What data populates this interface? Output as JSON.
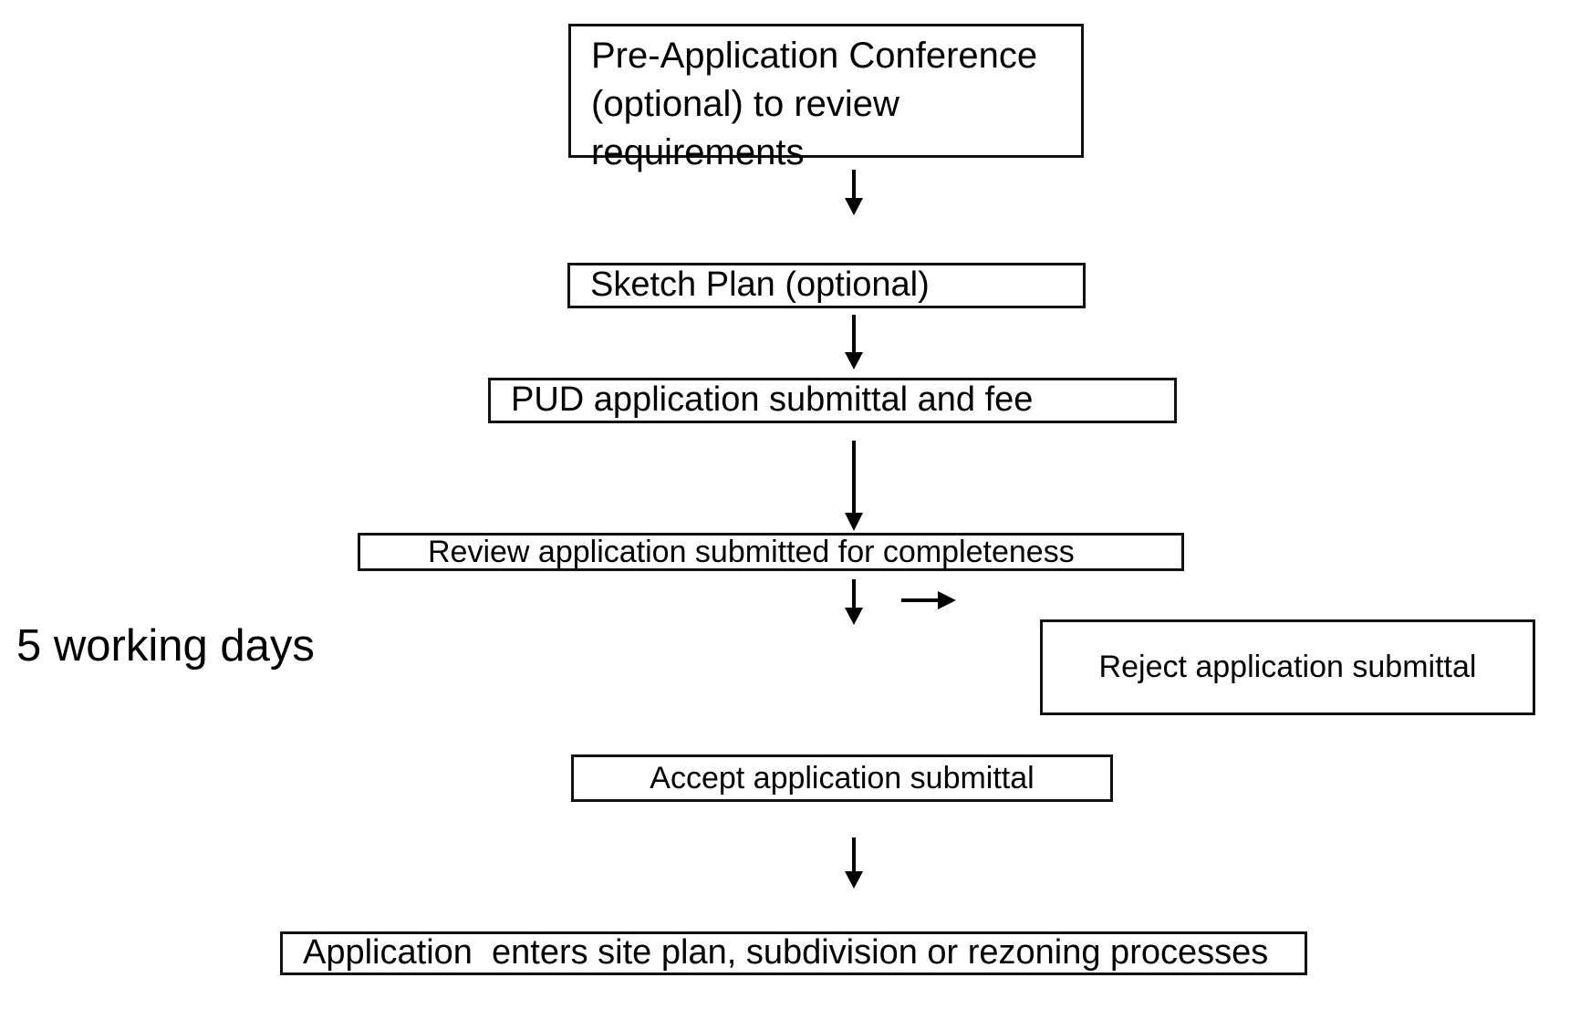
{
  "diagram": {
    "title": "PUD Application Review Process Flowchart",
    "background_color": "#ffffff",
    "line_color": "#000000",
    "nodes": {
      "preapp": "Pre-Application Conference\n(optional) to review\nrequirements",
      "sketch": "Sketch Plan (optional)",
      "pud": "PUD application submittal and fee",
      "review": "Review application submitted for completeness",
      "reject": "Reject application submittal",
      "accept": "Accept application submittal",
      "final": "Application  enters site plan, subdivision or rezoning processes"
    },
    "annotations": {
      "working_days": "5 working days"
    },
    "connectors": [
      {
        "name": "preapp-to-sketch",
        "icon": "arrow-down-icon",
        "direction": "down"
      },
      {
        "name": "sketch-to-pud",
        "icon": "arrow-down-icon",
        "direction": "down"
      },
      {
        "name": "pud-to-review",
        "icon": "arrow-down-icon",
        "direction": "down"
      },
      {
        "name": "review-to-accept",
        "icon": "arrow-down-icon",
        "direction": "down"
      },
      {
        "name": "review-to-reject",
        "icon": "arrow-right-icon",
        "direction": "right"
      },
      {
        "name": "accept-to-final",
        "icon": "arrow-down-icon",
        "direction": "down"
      }
    ]
  }
}
